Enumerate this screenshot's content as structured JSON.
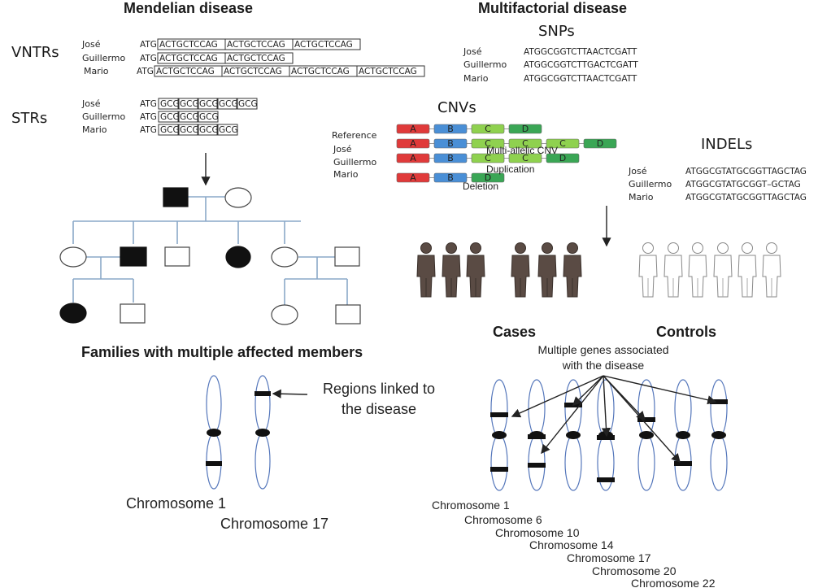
{
  "headers": {
    "mendelian": "Mendelian disease",
    "multifactorial": "Multifactorial disease"
  },
  "vntrs": {
    "title": "VNTRs",
    "rows": [
      {
        "name": "José",
        "prefix": "ATG",
        "repeats": [
          "ACTGCTCCAG",
          "ACTGCTCCAG",
          "ACTGCTCCAG"
        ]
      },
      {
        "name": "Guillermo",
        "prefix": "ATG",
        "repeats": [
          "ACTGCTCCAG",
          "ACTGCTCCAG"
        ]
      },
      {
        "name": "Mario",
        "prefix": "ATG",
        "repeats": [
          "ACTGCTCCAG",
          "ACTGCTCCAG",
          "ACTGCTCCAG",
          "ACTGCTCCAG"
        ]
      }
    ]
  },
  "strs": {
    "title": "STRs",
    "rows": [
      {
        "name": "José",
        "prefix": "ATG",
        "repeats": [
          "GCG",
          "GCG",
          "GCG",
          "GCG",
          "GCG"
        ]
      },
      {
        "name": "Guillermo",
        "prefix": "ATG",
        "repeats": [
          "GCG",
          "GCG",
          "GCG"
        ]
      },
      {
        "name": "Mario",
        "prefix": "ATG",
        "repeats": [
          "GCG",
          "GCG",
          "GCG",
          "GCG"
        ]
      }
    ]
  },
  "snps": {
    "title": "SNPs",
    "rows": [
      {
        "name": "José",
        "seq": "ATGGCGGTCTTAACTCGATT"
      },
      {
        "name": "Guillermo",
        "seq": "ATGGCGGTCTTGACTCGATT"
      },
      {
        "name": "Mario",
        "seq": "ATGGCGGTCTTAACTCGATT"
      }
    ]
  },
  "cnvs": {
    "title": "CNVs",
    "row_labels": [
      "Reference",
      "José",
      "Guillermo",
      "Mario"
    ],
    "segments": [
      "A",
      "B",
      "C",
      "C",
      "C",
      "D"
    ],
    "annotations": [
      "Multi-allelic CNV",
      "Duplication",
      "Deletion"
    ],
    "colors": {
      "A": "#e03a3a",
      "B": "#4a8fd6",
      "C": "#8fd14f",
      "D": "#3aa655"
    }
  },
  "indels": {
    "title": "INDELs",
    "rows": [
      {
        "name": "José",
        "seq": "ATGGCGTATGCGGTTAGCTAG"
      },
      {
        "name": "Guillermo",
        "seq": "ATGGCGTATGCGGT–GCTAG"
      },
      {
        "name": "Mario",
        "seq": "ATGGCGTATGCGGTTAGCTAG"
      }
    ]
  },
  "families_label": "Families with multiple affected members",
  "cases_label": "Cases",
  "controls_label": "Controls",
  "multiple_genes_label": [
    "Multiple genes associated",
    "with the disease"
  ],
  "regions_label": [
    "Regions linked to",
    "the disease"
  ],
  "mendelian_chromosomes": [
    "Chromosome 1",
    "Chromosome 17"
  ],
  "multifactorial_chromosomes": [
    "Chromosome 1",
    "Chromosome 6",
    "Chromosome 10",
    "Chromosome 14",
    "Chromosome 17",
    "Chromosome 20",
    "Chromosome 22"
  ]
}
